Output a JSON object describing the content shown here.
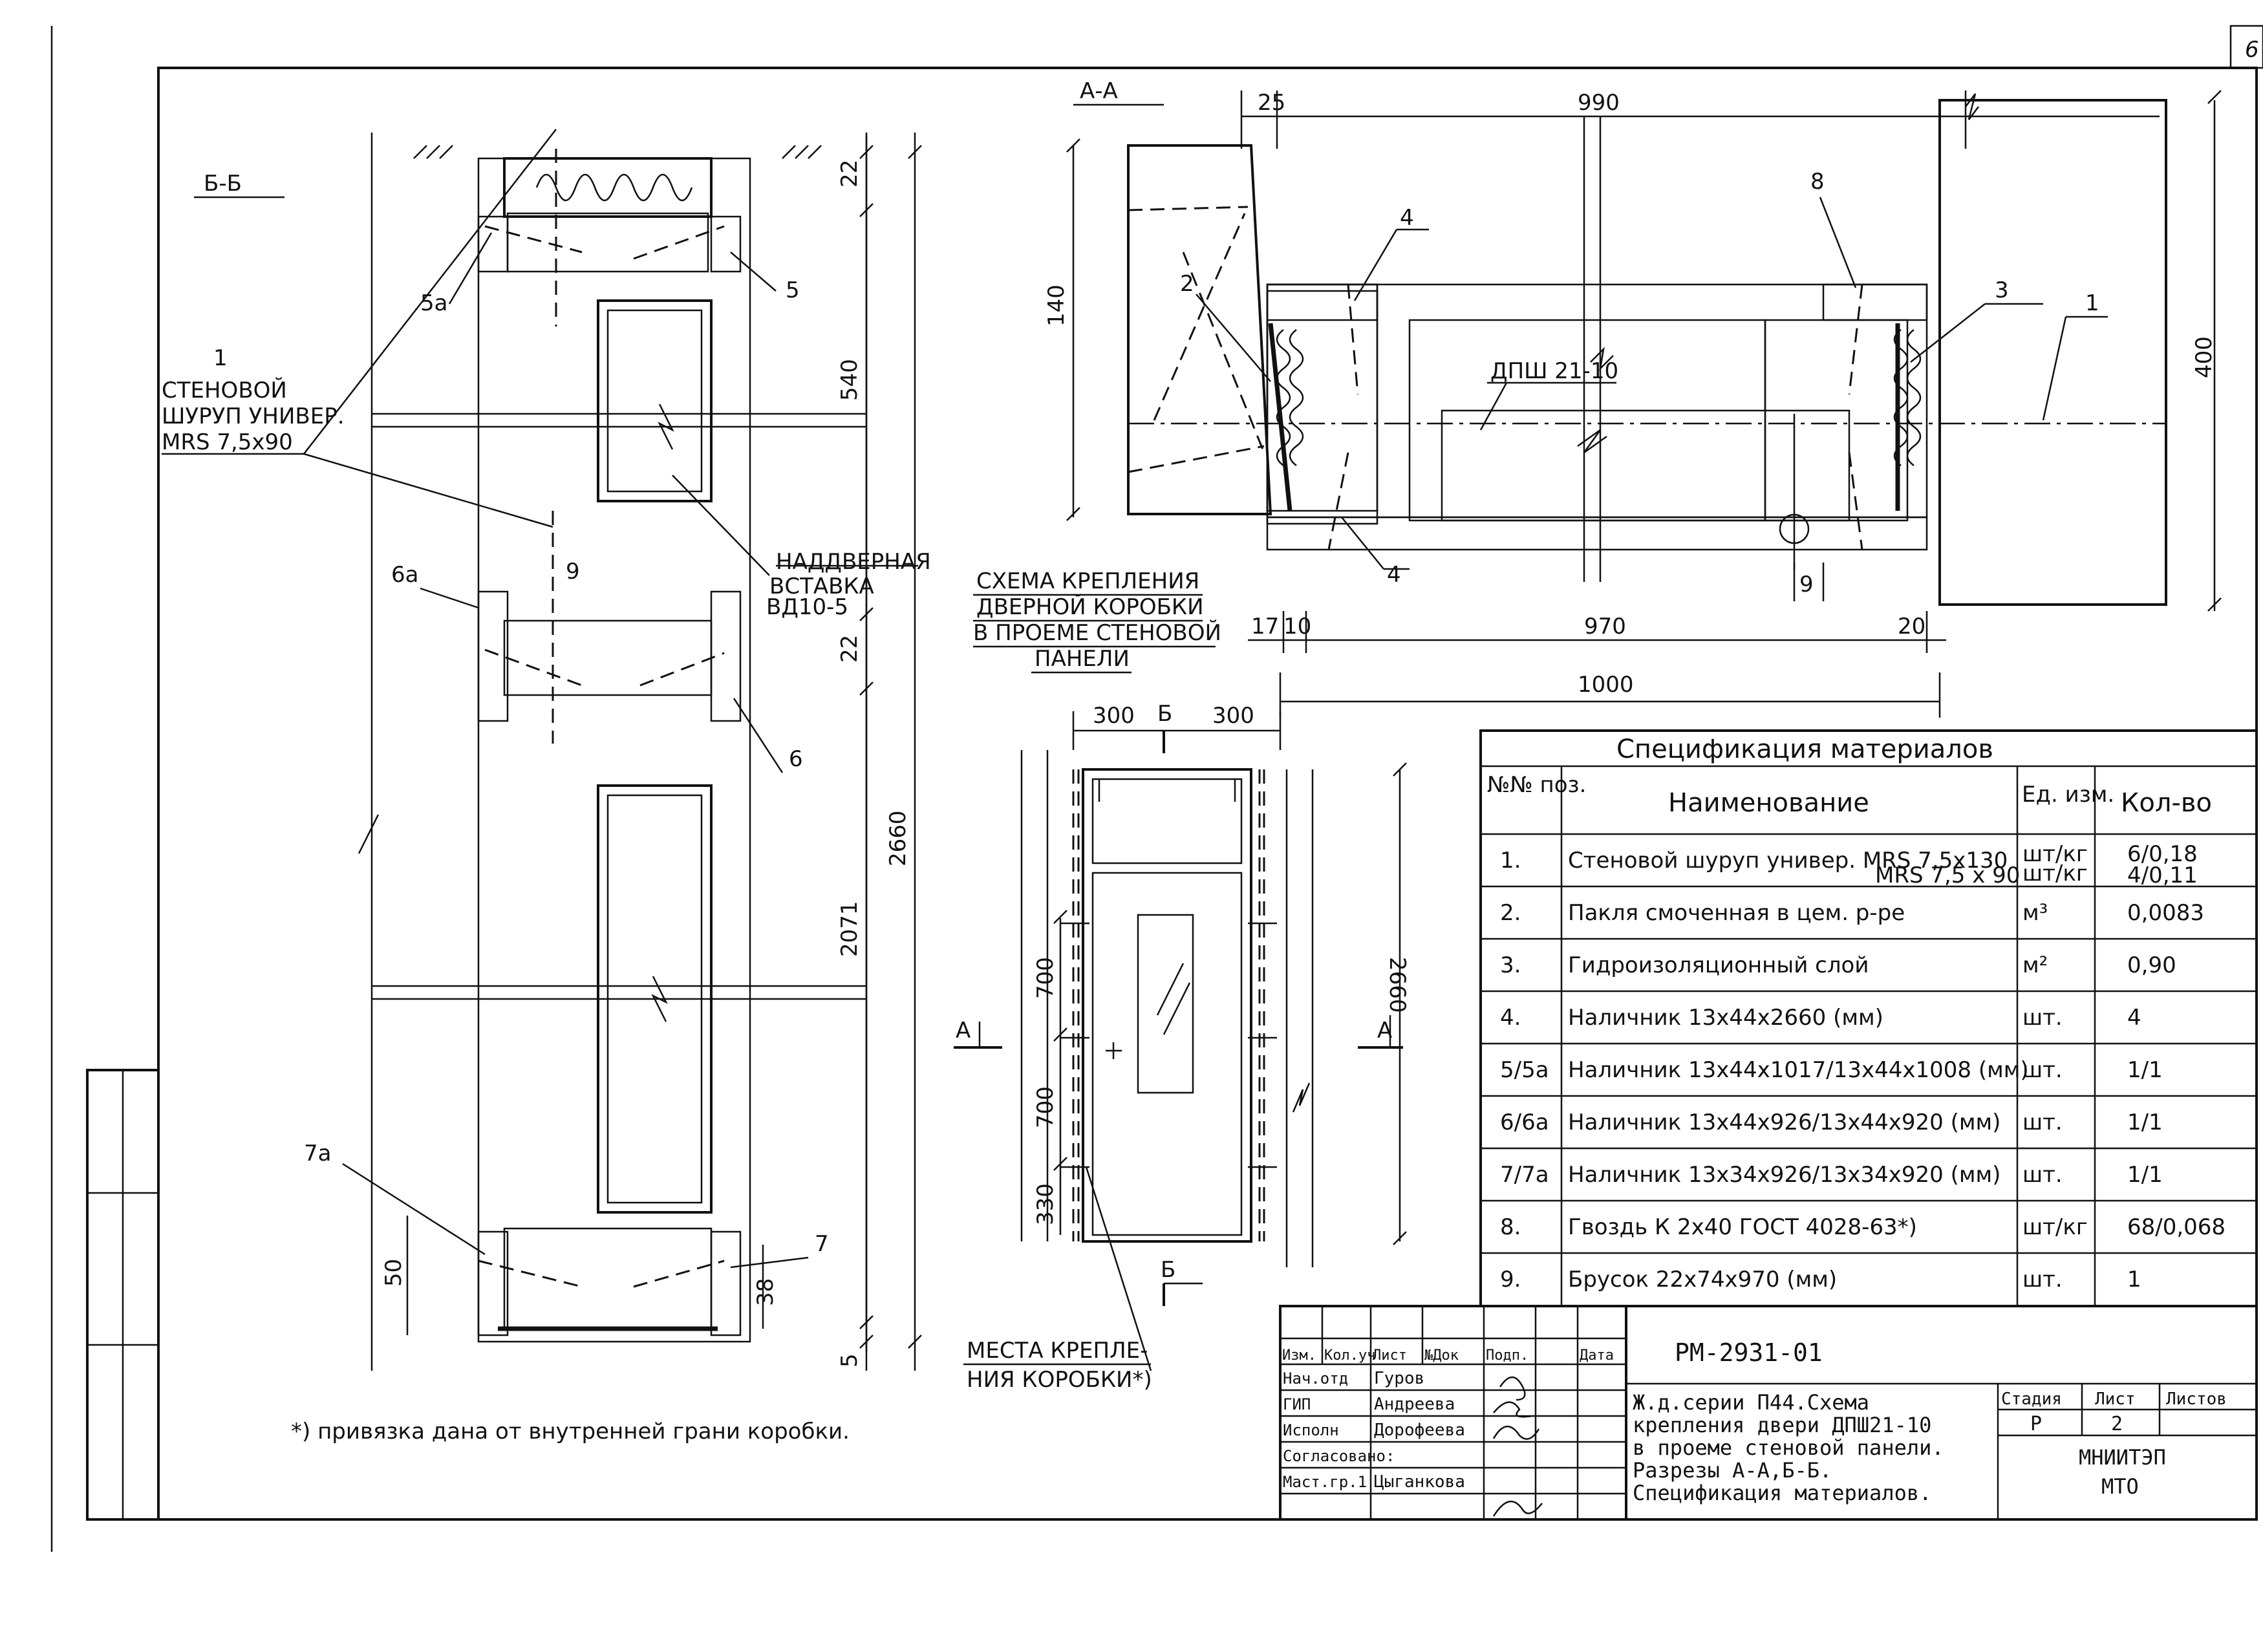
{
  "corner_page": "6",
  "section_bb": {
    "title": "Б-Б",
    "callout_1": {
      "num": "1",
      "line1": "СТЕНОВОЙ",
      "line2": "ШУРУП УНИВЕР.",
      "line3": "MRS 7,5х90"
    },
    "labels": {
      "l5a": "5а",
      "l5": "5",
      "l6a": "6а",
      "l6": "6",
      "l7a": "7а",
      "l7": "7",
      "l9": "9"
    },
    "insert": {
      "line1": "НАДДВЕРНАЯ",
      "line2": "ВСТАВКА",
      "line3": "ВД10-5"
    },
    "dims": {
      "d22a": "22",
      "d540": "540",
      "d22b": "22",
      "d2071": "2071",
      "d2660": "2660",
      "d50": "50",
      "d38": "38",
      "d5": "5"
    }
  },
  "section_aa": {
    "title": "А-А",
    "dims": {
      "d25": "25",
      "d990": "990",
      "d140": "140",
      "d400": "400",
      "d17": "17",
      "d10": "10",
      "d970": "970",
      "d20": "20",
      "d1000": "1000",
      "d9": "9"
    },
    "labels": {
      "l1": "1",
      "l2": "2",
      "l3": "3",
      "l4a": "4",
      "l4b": "4",
      "l8": "8",
      "door": "ДПШ 21-10"
    }
  },
  "scheme_title": {
    "line1": "СХЕМА КРЕПЛЕНИЯ",
    "line2": "ДВЕРНОЙ КОРОБКИ",
    "line3": "В ПРОЕМЕ СТЕНОВОЙ",
    "line4": "ПАНЕЛИ"
  },
  "elevation": {
    "dims": {
      "d300a": "300",
      "d300b": "300",
      "d700a": "700",
      "d700b": "700",
      "d330": "330",
      "d2660": "2660"
    },
    "labels": {
      "b_top": "Б",
      "b_bottom": "Б",
      "a_left": "А",
      "a_right": "А"
    },
    "fix_note": {
      "line1": "МЕСТА КРЕПЛЕ-",
      "line2": "НИЯ КОРОБКИ*)"
    }
  },
  "spec": {
    "title": "Спецификация материалов",
    "headers": {
      "pos": "№№ поз.",
      "name": "Наименование",
      "unit": "Ед. изм.",
      "qty": "Кол-во"
    },
    "rows": [
      {
        "pos": "1.",
        "name": "Стеновой шуруп универ. MRS 7,5х130",
        "name2": "MRS 7,5 х 90",
        "unit": "шт/кг",
        "unit2": "шт/кг",
        "qty": "6/0,18",
        "qty2": "4/0,11"
      },
      {
        "pos": "2.",
        "name": "Пакля смоченная в цем. р-ре",
        "unit": "м³",
        "qty": "0,0083"
      },
      {
        "pos": "3.",
        "name": "Гидроизоляционный слой",
        "unit": "м²",
        "qty": "0,90"
      },
      {
        "pos": "4.",
        "name": "Наличник 13х44х2660 (мм)",
        "unit": "шт.",
        "qty": "4"
      },
      {
        "pos": "5/5а",
        "name": "Наличник 13х44х1017/13х44х1008 (мм)",
        "unit": "шт.",
        "qty": "1/1"
      },
      {
        "pos": "6/6а",
        "name": "Наличник 13х44х926/13х44х920 (мм)",
        "unit": "шт.",
        "qty": "1/1"
      },
      {
        "pos": "7/7а",
        "name": "Наличник 13х34х926/13х34х920 (мм)",
        "unit": "шт.",
        "qty": "1/1"
      },
      {
        "pos": "8.",
        "name": "Гвоздь К 2х40 ГОСТ 4028-63*)",
        "unit": "шт/кг",
        "qty": "68/0,068"
      },
      {
        "pos": "9.",
        "name": "Брусок 22х74х970 (мм)",
        "unit": "шт.",
        "qty": "1"
      }
    ]
  },
  "title_block": {
    "code": "РМ-2931-01",
    "headers": {
      "izm": "Изм.",
      "kol": "Кол.уч",
      "list": "Лист",
      "ndok": "№Док",
      "podp": "Подп.",
      "data": "Дата"
    },
    "roles": [
      {
        "role": "Нач.отд",
        "name": "Гуров"
      },
      {
        "role": "ГИП",
        "name": "Андреева"
      },
      {
        "role": "Исполн",
        "name": "Дорофеева"
      },
      {
        "role": "Согласовано:",
        "name": ""
      },
      {
        "role": "Маст.гр.1",
        "name": "Цыганкова"
      }
    ],
    "description": {
      "line1": "Ж.д.серии П44.Схема",
      "line2": "крепления двери ДПШ21-10",
      "line3": "в проеме стеновой панели.",
      "line4": "Разрезы А-А,Б-Б.",
      "line5": "Спецификация материалов."
    },
    "stage_h": "Стадия",
    "sheet_h": "Лист",
    "sheets_h": "Листов",
    "stage": "Р",
    "sheet": "2",
    "sheets": "",
    "org1": "МНИИТЭП",
    "org2": "МТО"
  },
  "footnote": "*) привязка дана от внутренней грани коробки."
}
